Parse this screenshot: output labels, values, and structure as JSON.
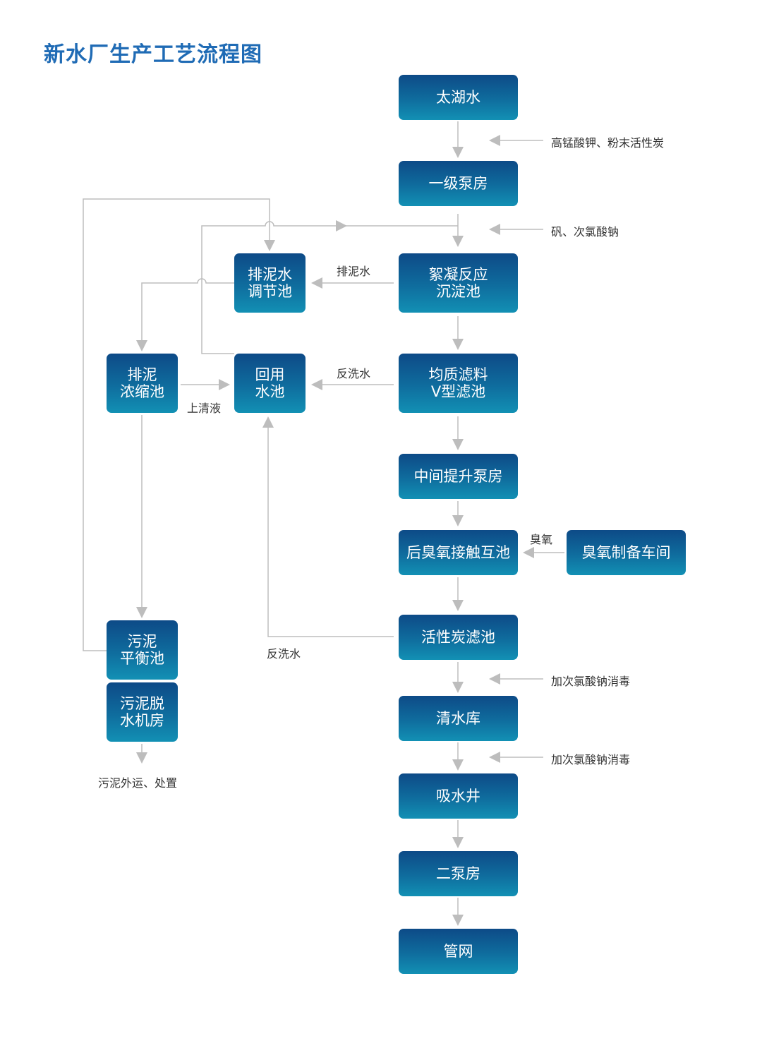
{
  "title": "新水厂生产工艺流程图",
  "colors": {
    "title": "#1f6bb5",
    "box_top": "#0d4a87",
    "box_bottom": "#1290b4",
    "connector": "#bdbdbd",
    "label_text": "#333333"
  },
  "nodes": {
    "taihu": {
      "lines": [
        "太湖水"
      ]
    },
    "pump1": {
      "lines": [
        "一级泵房"
      ]
    },
    "floc": {
      "lines": [
        "絮凝反应",
        "沉淀池"
      ]
    },
    "vfilter": {
      "lines": [
        "均质滤料",
        "V型滤池"
      ]
    },
    "midpump": {
      "lines": [
        "中间提升泵房"
      ]
    },
    "ozone_contact": {
      "lines": [
        "后臭氧接触互池"
      ]
    },
    "ozone_prep": {
      "lines": [
        "臭氧制备车间"
      ]
    },
    "carbon": {
      "lines": [
        "活性炭滤池"
      ]
    },
    "clearwell": {
      "lines": [
        "清水库"
      ]
    },
    "suction": {
      "lines": [
        "吸水井"
      ]
    },
    "pump2": {
      "lines": [
        "二泵房"
      ]
    },
    "network": {
      "lines": [
        "管网"
      ]
    },
    "drain_adjust": {
      "lines": [
        "排泥水",
        "调节池"
      ]
    },
    "reuse": {
      "lines": [
        "回用",
        "水池"
      ]
    },
    "thickener": {
      "lines": [
        "排泥",
        "浓缩池"
      ]
    },
    "sludge_balance": {
      "lines": [
        "污泥",
        "平衡池"
      ]
    },
    "dewater": {
      "lines": [
        "污泥脱",
        "水机房"
      ]
    }
  },
  "labels": {
    "dose1": "高锰酸钾、粉末活性炭",
    "dose2": "矾、次氯酸钠",
    "drain_water": "排泥水",
    "backwash1": "反洗水",
    "supernatant": "上清液",
    "ozone": "臭氧",
    "backwash2": "反洗水",
    "dose3": "加次氯酸钠消毒",
    "dose4": "加次氯酸钠消毒",
    "sludge_out": "污泥外运、处置"
  }
}
